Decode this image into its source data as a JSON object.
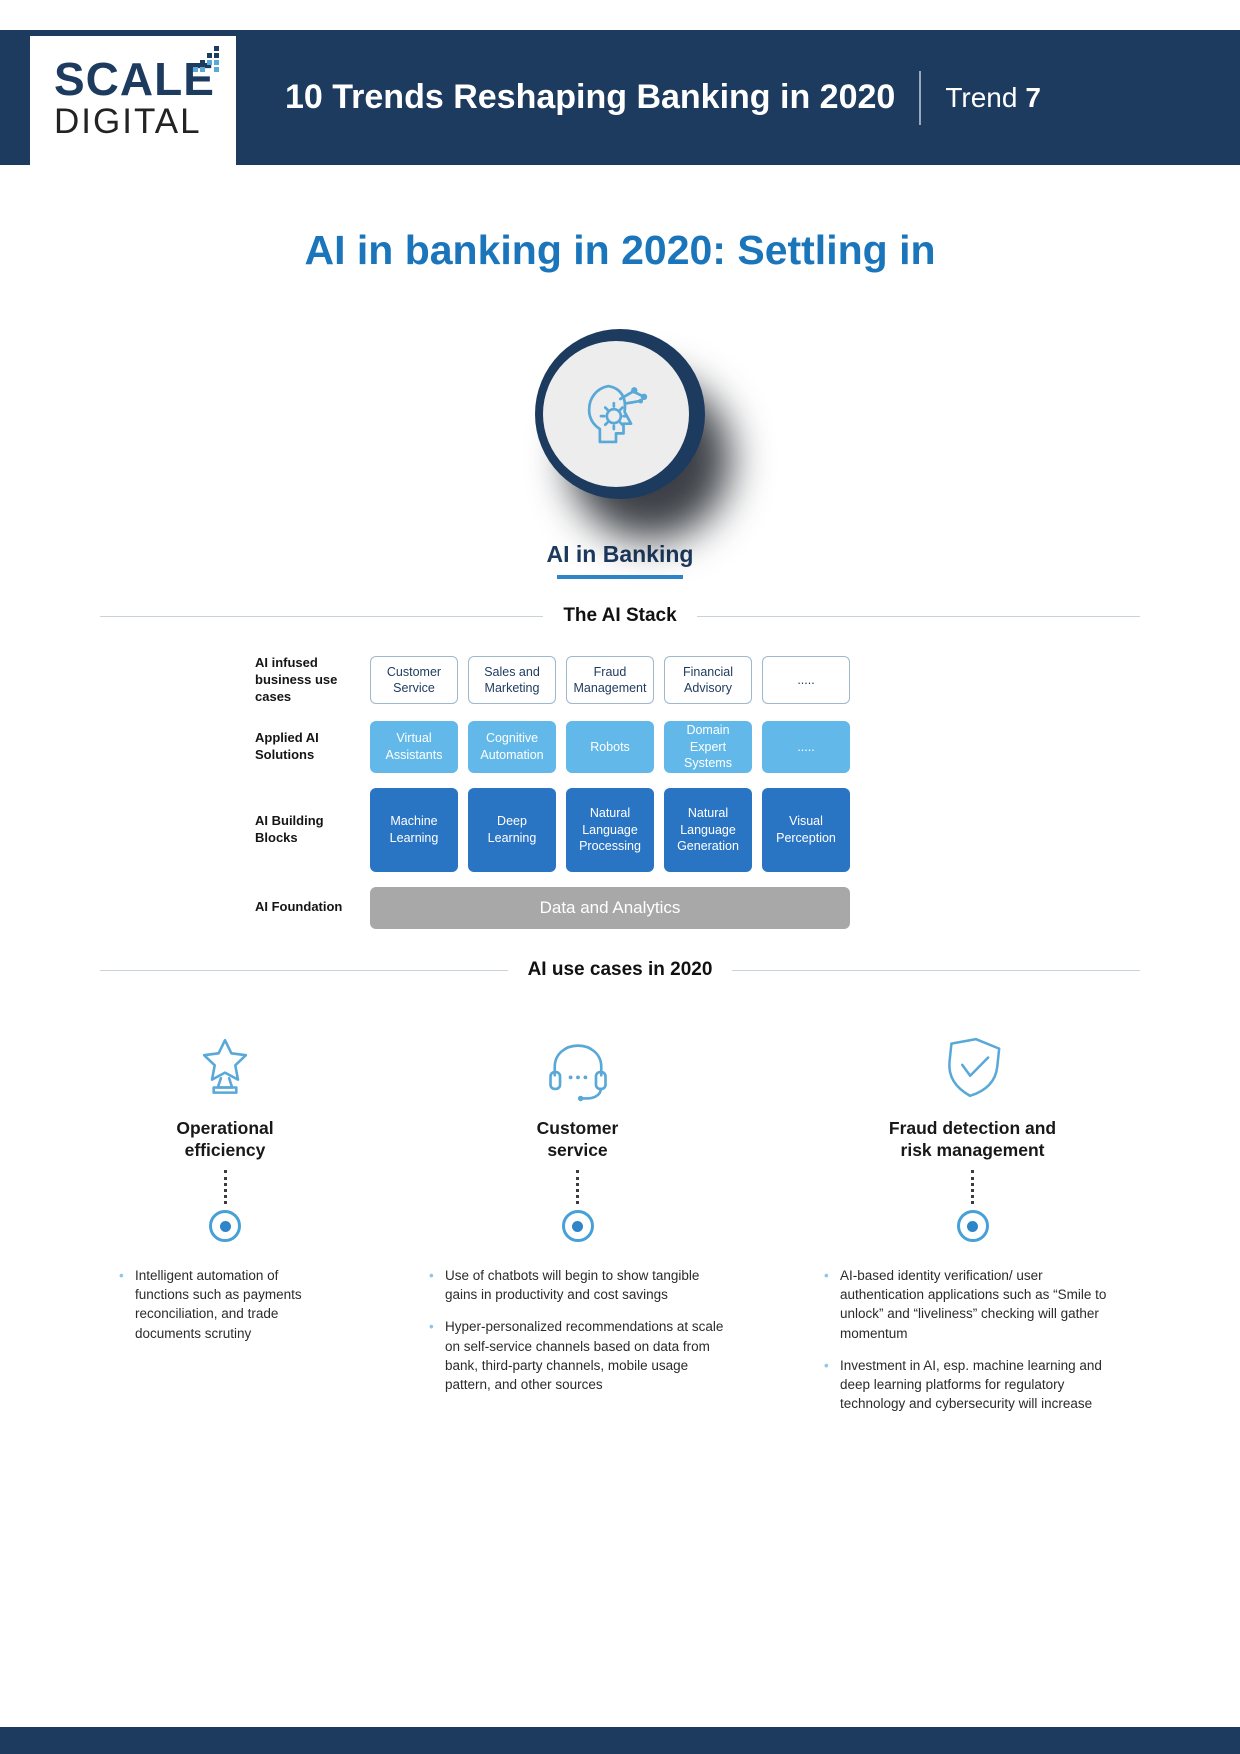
{
  "header": {
    "logo_line1": "SCALE",
    "logo_line2": "DIGITAL",
    "title": "10 Trends Reshaping Banking in 2020",
    "trend_label": "Trend",
    "trend_number": "7"
  },
  "page_title": "AI in banking in 2020: Settling in",
  "hero": {
    "caption": "AI in Banking"
  },
  "stack": {
    "section_title": "The AI Stack",
    "rows": [
      {
        "label": "AI infused business use cases",
        "boxes": [
          "Customer Service",
          "Sales and Marketing",
          "Fraud Management",
          "Financial Advisory",
          "....."
        ]
      },
      {
        "label": "Applied AI Solutions",
        "boxes": [
          "Virtual Assistants",
          "Cognitive Automation",
          "Robots",
          "Domain Expert Systems",
          "....."
        ]
      },
      {
        "label": "AI Building Blocks",
        "boxes": [
          "Machine Learning",
          "Deep Learning",
          "Natural Language Processing",
          "Natural Language Generation",
          "Visual Perception"
        ]
      },
      {
        "label": "AI Foundation",
        "foundation": "Data and Analytics"
      }
    ]
  },
  "use_cases": {
    "section_title": "AI use cases in 2020",
    "columns": [
      {
        "icon": "trophy-icon",
        "title": "Operational\nefficiency",
        "bullets": [
          "Intelligent automation of functions such as payments reconciliation, and trade documents scrutiny"
        ]
      },
      {
        "icon": "headset-icon",
        "title": "Customer\nservice",
        "bullets": [
          "Use of chatbots will begin to show tangible gains in productivity and cost savings",
          "Hyper-personalized recommendations at scale on self-service channels based on data from bank, third-party channels, mobile usage pattern, and other sources"
        ]
      },
      {
        "icon": "shield-check-icon",
        "title": "Fraud detection and\nrisk management",
        "bullets": [
          "AI-based identity verification/ user authentication applications such as “Smile to unlock” and “liveliness” checking will gather momentum",
          "Investment in AI, esp. machine learning and deep learning platforms for regulatory technology and cybersecurity will increase"
        ]
      }
    ]
  },
  "colors": {
    "navy": "#1d3a5f",
    "heading_blue": "#1b75bb",
    "light_blue_box": "#62b9e9",
    "mid_blue_box": "#2a74c4",
    "gray_box": "#a8a8a8",
    "icon_blue": "#58a8d8"
  }
}
